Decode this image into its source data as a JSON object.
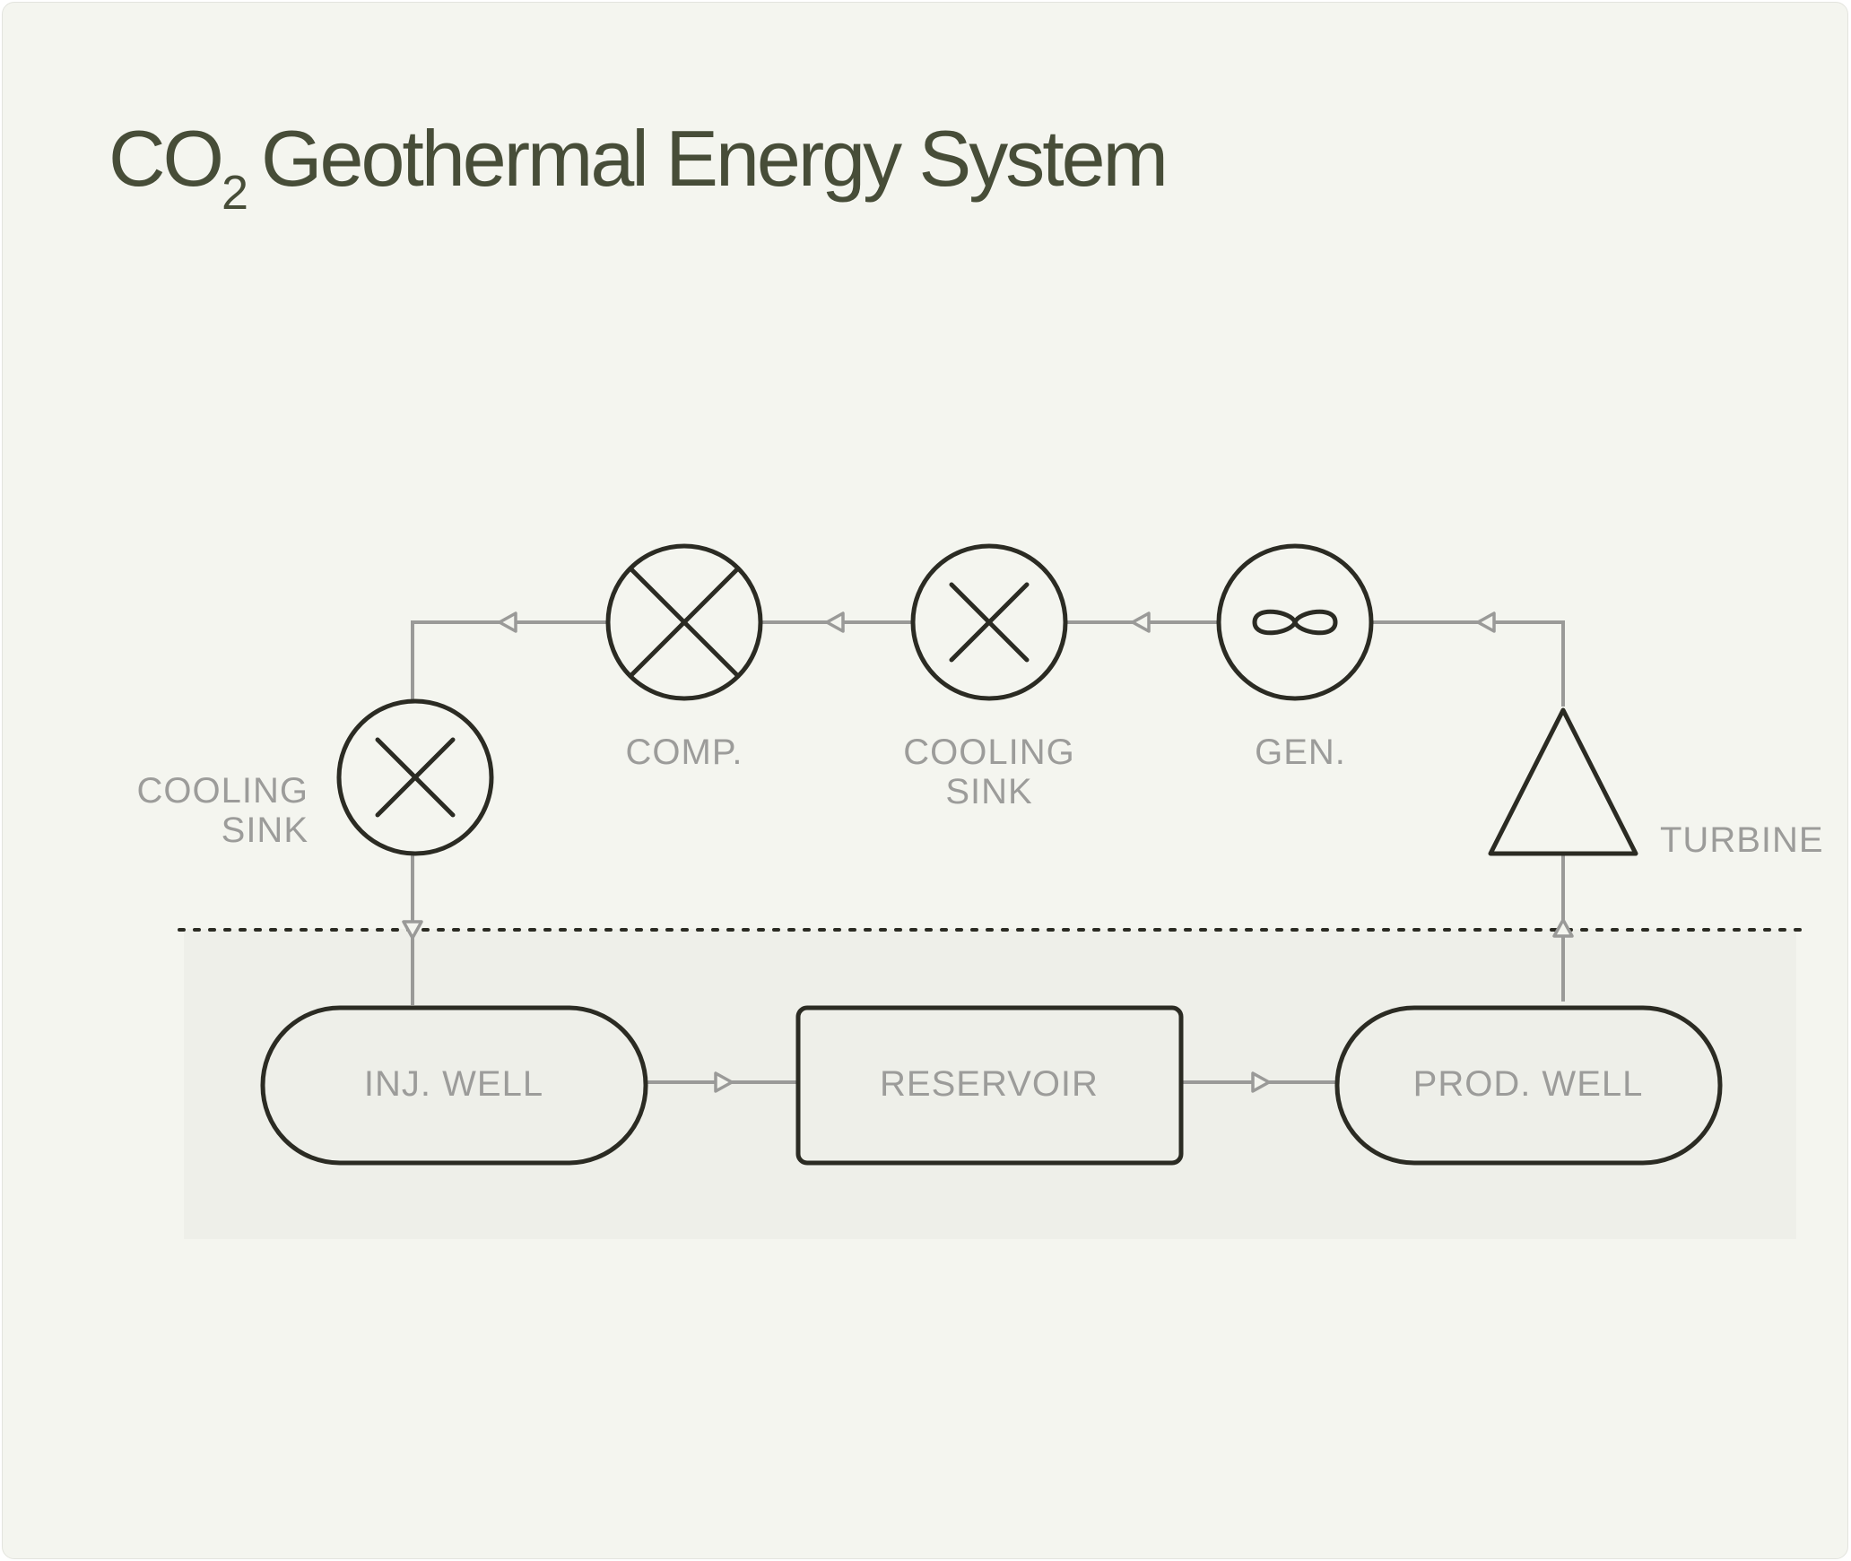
{
  "title": {
    "prefix": "CO",
    "subscript": "2",
    "rest": "Geothermal Energy System"
  },
  "components": {
    "cooling_sink_left": [
      "COOLING",
      "SINK"
    ],
    "compressor": "COMP.",
    "cooling_sink_mid": [
      "COOLING",
      "SINK"
    ],
    "generator": "GEN.",
    "turbine": "TURBINE",
    "injection_well": "INJ. WELL",
    "reservoir": "RESERVOIR",
    "production_well": "PROD. WELL"
  },
  "colors": {
    "background": "#f4f5ef",
    "underground": "#eeefe9",
    "symbol_stroke": "#2b2b23",
    "pipe": "#9a9a98",
    "label": "#9c9c9a",
    "title": "#474d38"
  }
}
